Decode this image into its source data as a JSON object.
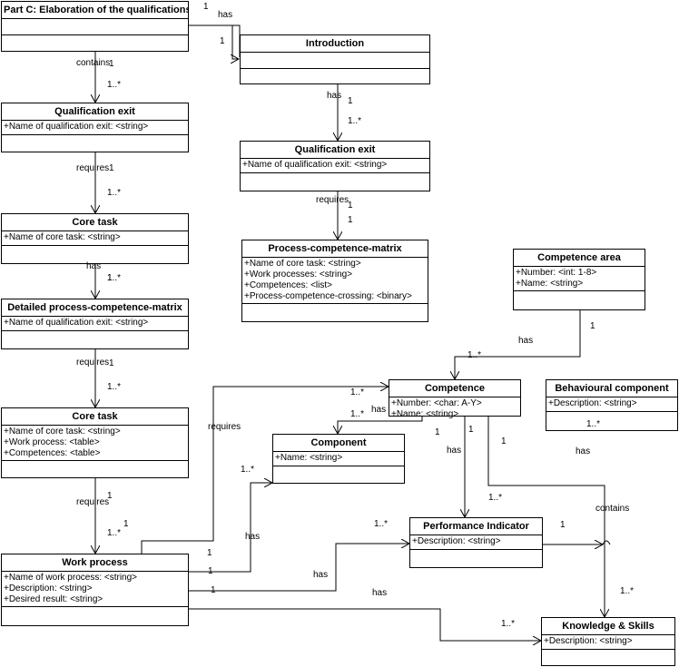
{
  "classes": {
    "part_c": {
      "name": "Part C: Elaboration of the qualifications",
      "attrs": []
    },
    "intro": {
      "name": "Introduction",
      "attrs": []
    },
    "qe_left": {
      "name": "Qualification exit",
      "attrs": [
        "+Name of qualification exit: <string>"
      ]
    },
    "qe_right": {
      "name": "Qualification exit",
      "attrs": [
        "+Name of qualification exit: <string>"
      ]
    },
    "core1": {
      "name": "Core task",
      "attrs": [
        "+Name of core task: <string>"
      ]
    },
    "pcm": {
      "name": "Process-competence-matrix",
      "attrs": [
        "+Name of core task: <string>",
        "+Work processes: <string>",
        "+Competences: <list>",
        "+Process-competence-crossing: <binary>"
      ]
    },
    "detailed": {
      "name": "Detailed process-competence-matrix",
      "attrs": [
        "+Name of qualification exit: <string>"
      ]
    },
    "comp_area": {
      "name": "Competence area",
      "attrs": [
        "+Number: <int: 1-8>",
        "+Name: <string>"
      ]
    },
    "core2": {
      "name": "Core task",
      "attrs": [
        "+Name of core task: <string>",
        "+Work process: <table>",
        "+Competences: <table>"
      ]
    },
    "competence": {
      "name": "Competence",
      "attrs": [
        "+Number: <char: A-Y>",
        "+Name: <string>"
      ]
    },
    "behav": {
      "name": "Behavioural component",
      "attrs": [
        "+Description: <string>"
      ]
    },
    "component": {
      "name": "Component",
      "attrs": [
        "+Name: <string>"
      ]
    },
    "perf": {
      "name": "Performance Indicator",
      "attrs": [
        "+Description: <string>"
      ]
    },
    "work": {
      "name": "Work process",
      "attrs": [
        "+Name of work process: <string>",
        "+Description: <string>",
        "+Desired result: <string>"
      ]
    },
    "ks": {
      "name": "Knowledge & Skills",
      "attrs": [
        "+Description: <string>"
      ]
    }
  },
  "labels": {
    "has": "has",
    "contains": "contains",
    "requires": "requires",
    "one": "1",
    "one_many": "1..*"
  }
}
